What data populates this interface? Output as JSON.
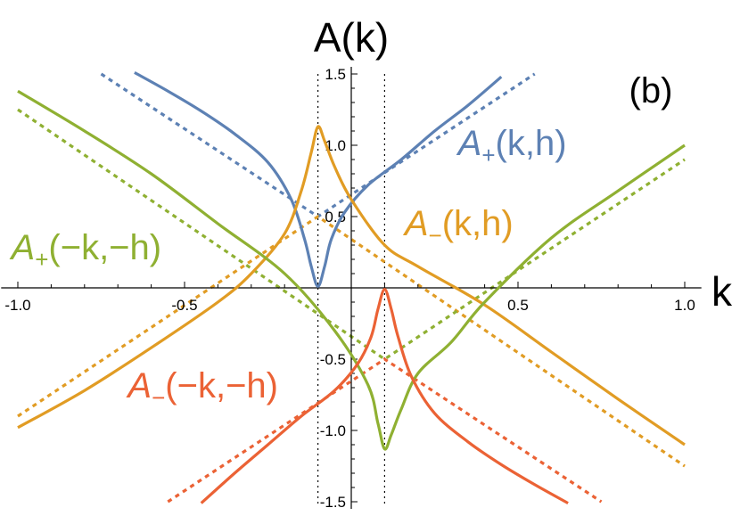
{
  "chart_data": {
    "type": "line",
    "title": "A(k)",
    "xlabel": "k",
    "ylabel": "A(k)",
    "panel_label": "(b)",
    "xlim": [
      -1.05,
      1.05
    ],
    "ylim": [
      -1.55,
      1.55
    ],
    "x_ticks": [
      -1.0,
      -0.5,
      0.5,
      1.0
    ],
    "x_tick_labels": [
      "-1.0",
      "-0.5",
      "0.5",
      "1.0"
    ],
    "y_ticks": [
      -1.5,
      -1.0,
      -0.5,
      0.5,
      1.0,
      1.5
    ],
    "y_tick_labels": [
      "-1.5",
      "-1.0",
      "-0.5",
      "0.5",
      "1.0",
      "1.5"
    ],
    "vertical_reference_lines": [
      -0.1,
      0.1
    ],
    "grid": false,
    "legend": "none",
    "series": [
      {
        "name": "A₊(k,h)",
        "color": "#5d81b4",
        "x": [
          -0.65,
          -0.55,
          -0.45,
          -0.35,
          -0.25,
          -0.18,
          -0.14,
          -0.12,
          -0.1,
          -0.08,
          -0.06,
          -0.02,
          0.05,
          0.15,
          0.25,
          0.35,
          0.45
        ],
        "y": [
          1.51,
          1.38,
          1.24,
          1.08,
          0.88,
          0.62,
          0.34,
          0.15,
          0.01,
          0.15,
          0.34,
          0.53,
          0.72,
          0.9,
          1.1,
          1.28,
          1.48
        ]
      },
      {
        "name": "A₋(k,h)",
        "color": "#e19c24",
        "x": [
          -1.0,
          -0.8,
          -0.6,
          -0.4,
          -0.3,
          -0.2,
          -0.15,
          -0.12,
          -0.1,
          -0.08,
          -0.05,
          0.0,
          0.1,
          0.2,
          0.4,
          0.6,
          0.8,
          1.0
        ],
        "y": [
          -0.98,
          -0.72,
          -0.42,
          -0.1,
          0.1,
          0.38,
          0.68,
          0.95,
          1.13,
          1.03,
          0.85,
          0.62,
          0.3,
          0.15,
          -0.12,
          -0.45,
          -0.78,
          -1.1
        ]
      },
      {
        "name": "A₊(-k,-h)",
        "color": "#8fb032",
        "x": [
          -1.0,
          -0.8,
          -0.6,
          -0.4,
          -0.2,
          -0.05,
          0.05,
          0.08,
          0.1,
          0.12,
          0.15,
          0.2,
          0.3,
          0.4,
          0.6,
          0.8,
          1.0
        ],
        "y": [
          1.38,
          1.1,
          0.8,
          0.45,
          0.1,
          -0.3,
          -0.68,
          -0.95,
          -1.13,
          -1.03,
          -0.85,
          -0.6,
          -0.38,
          -0.1,
          0.35,
          0.68,
          1.0
        ]
      },
      {
        "name": "A₋(-k,-h)",
        "color": "#eb6235",
        "x": [
          -0.45,
          -0.35,
          -0.25,
          -0.15,
          -0.05,
          0.02,
          0.06,
          0.08,
          0.1,
          0.12,
          0.14,
          0.18,
          0.25,
          0.35,
          0.45,
          0.55,
          0.65
        ],
        "y": [
          -1.51,
          -1.3,
          -1.1,
          -0.9,
          -0.72,
          -0.53,
          -0.34,
          -0.15,
          -0.01,
          -0.15,
          -0.34,
          -0.62,
          -0.88,
          -1.08,
          -1.24,
          -1.38,
          -1.51
        ]
      }
    ],
    "asymptote_series": [
      {
        "name": "",
        "color": "#5d81b4",
        "x": [
          -0.75,
          -0.1,
          0.55
        ],
        "y": [
          1.5,
          0.5,
          1.5
        ]
      },
      {
        "name": "",
        "color": "#e19c24",
        "x": [
          -1.0,
          -0.1,
          1.0
        ],
        "y": [
          -0.9,
          0.5,
          -1.25
        ]
      },
      {
        "name": "",
        "color": "#8fb032",
        "x": [
          -1.0,
          0.1,
          1.0
        ],
        "y": [
          1.25,
          -0.5,
          0.9
        ]
      },
      {
        "name": "",
        "color": "#eb6235",
        "x": [
          -0.55,
          0.1,
          0.75
        ],
        "y": [
          -1.5,
          -0.5,
          -1.5
        ]
      }
    ],
    "curve_labels": [
      {
        "base": "A",
        "sub": "+",
        "rest": "(k,h)",
        "color": "#5d81b4",
        "x": 0.32,
        "y": 0.93
      },
      {
        "base": "A",
        "sub": "−",
        "rest": "(k,h)",
        "color": "#e19c24",
        "x": 0.16,
        "y": 0.37
      },
      {
        "base": "A",
        "sub": "+",
        "rest": "(−k,−h)",
        "color": "#8fb032",
        "x": -1.02,
        "y": 0.2
      },
      {
        "base": "A",
        "sub": "−",
        "rest": "(−k,−h)",
        "color": "#eb6235",
        "x": -0.67,
        "y": -0.77
      }
    ]
  }
}
